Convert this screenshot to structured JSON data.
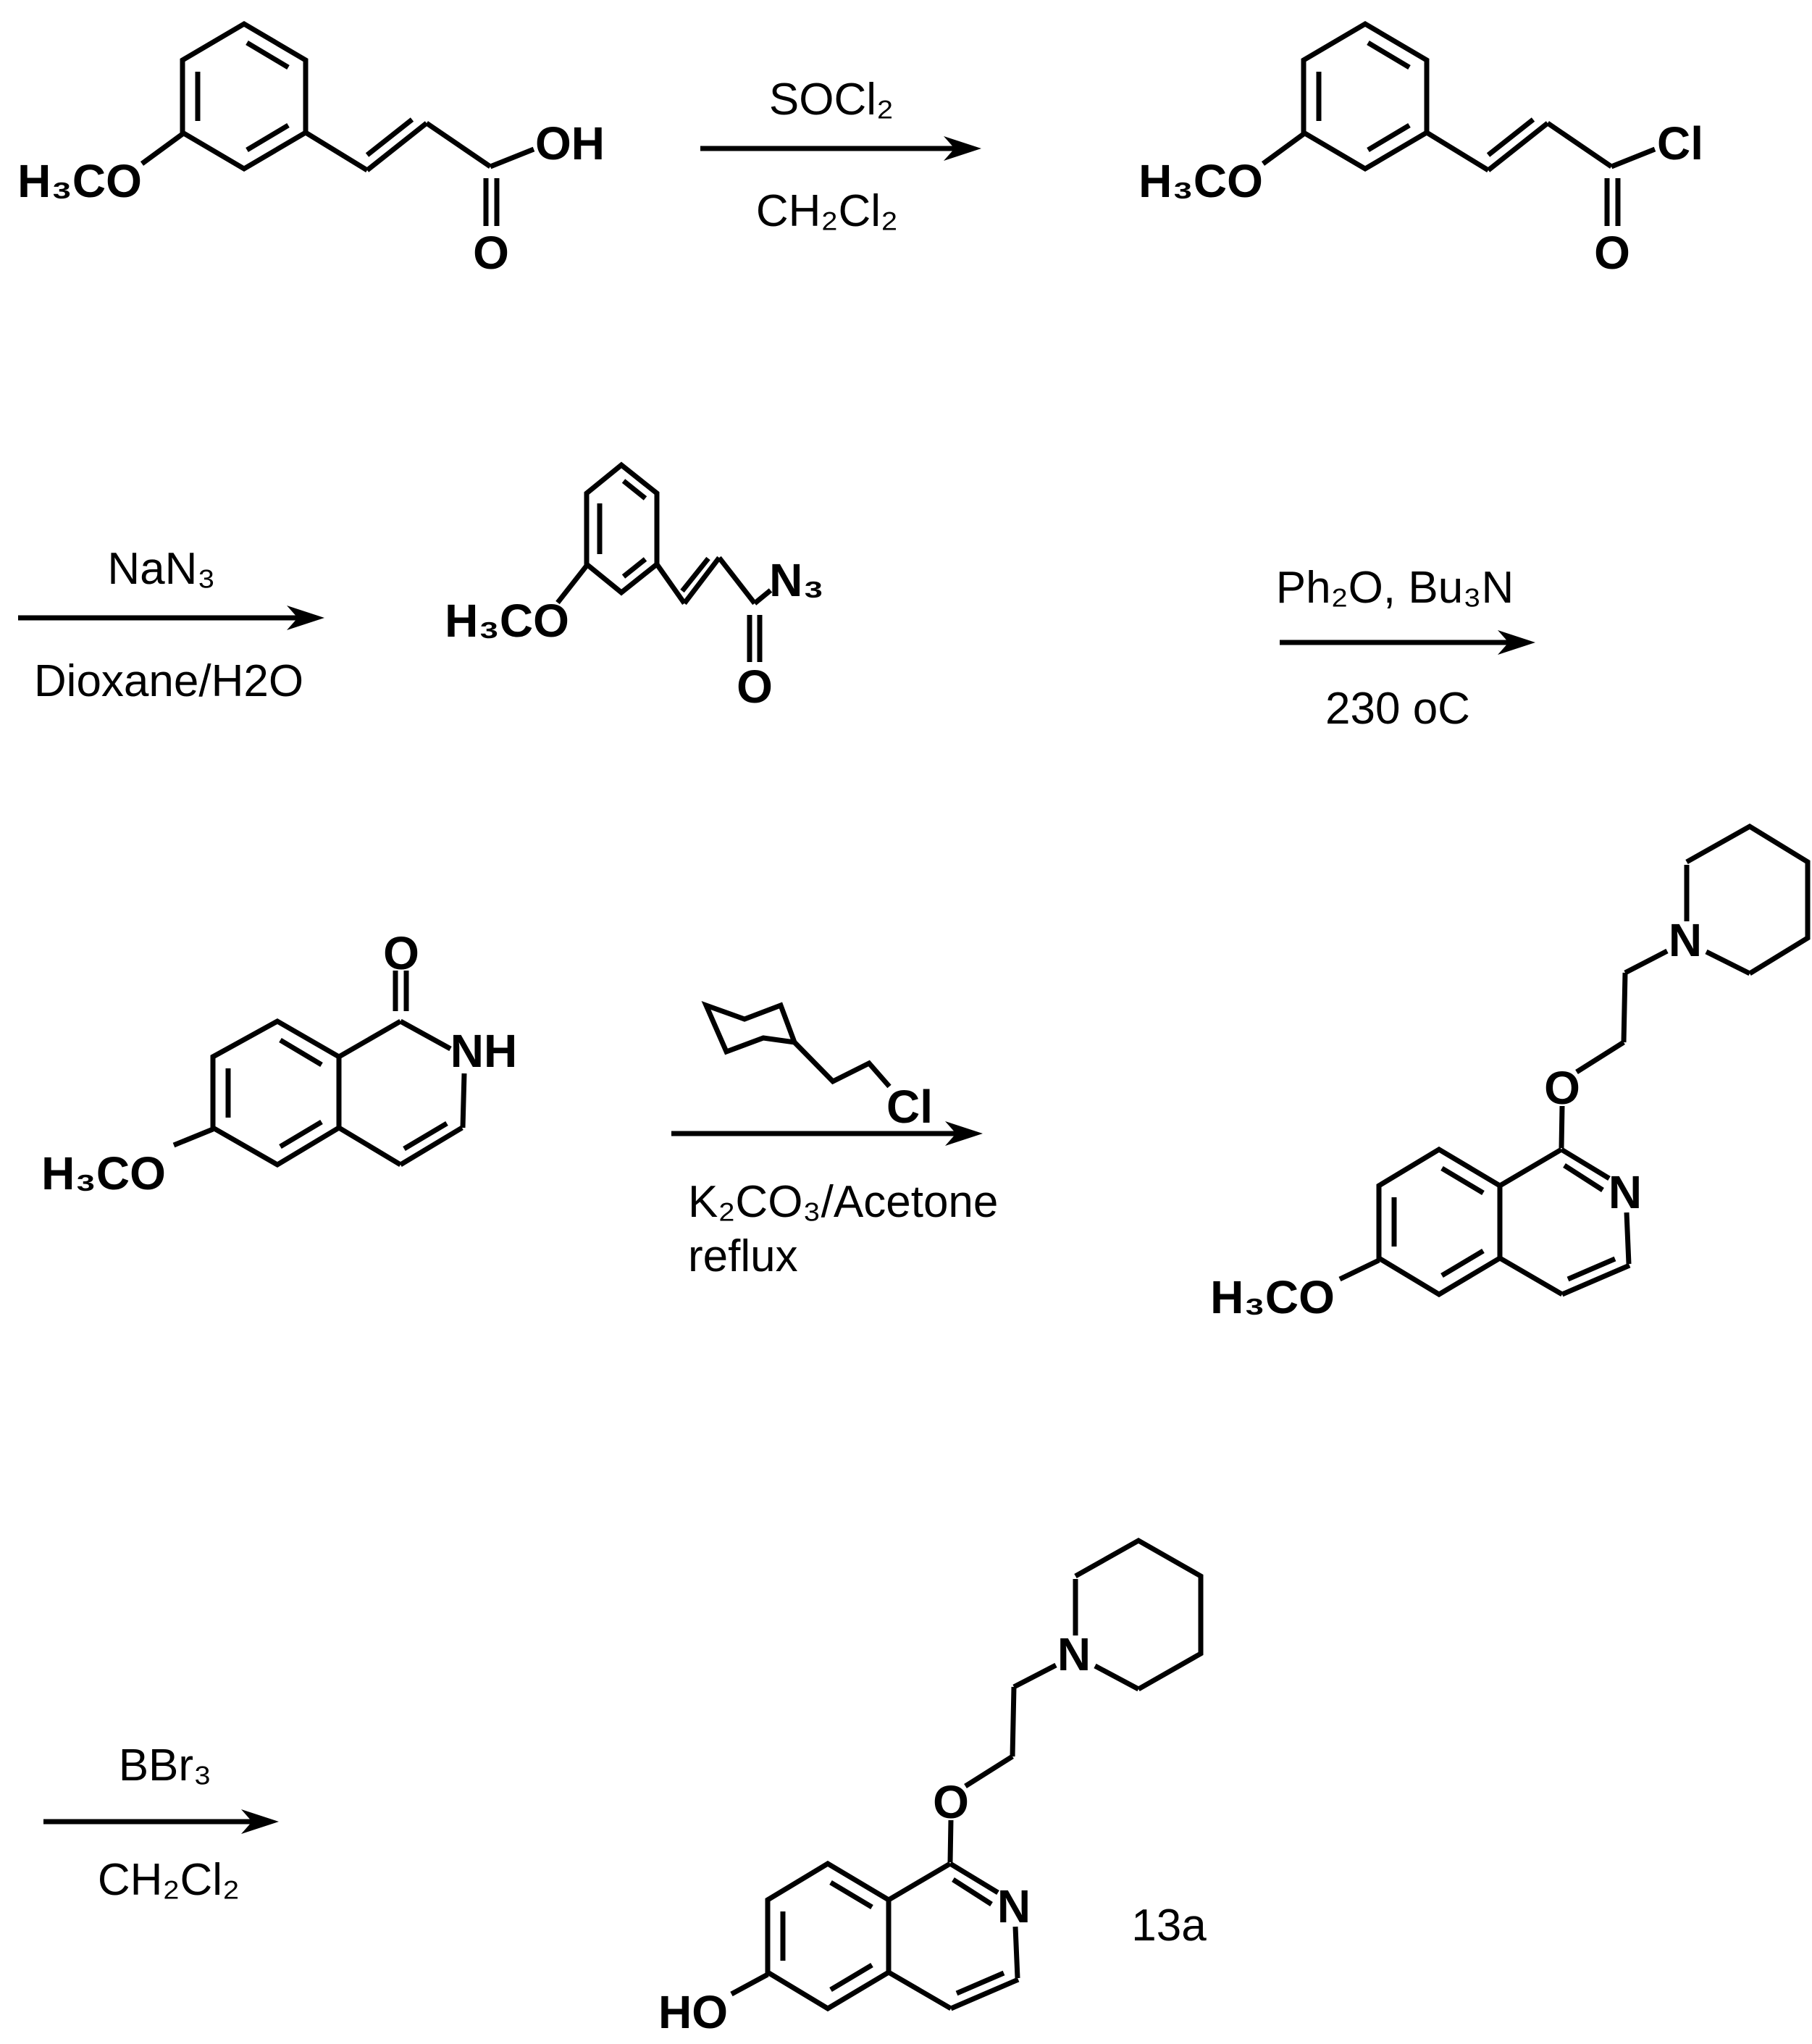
{
  "figure_type": "reaction-scheme",
  "steps": [
    {
      "reagent_above": "SOCl₂",
      "reagent_below": "CH₂Cl₂"
    },
    {
      "reagent_above": "NaN₃",
      "reagent_below": "Dioxane/H2O"
    },
    {
      "reagent_above": "Ph₂O, Bu₃N",
      "reagent_below": "230 oC"
    },
    {
      "reagent_cl": "Cl",
      "reagent_below": "K₂CO₃/Acetone",
      "reagent_below2": "reflux"
    },
    {
      "reagent_above": "BBr₃",
      "reagent_below": "CH₂Cl₂"
    }
  ],
  "molecules": {
    "cinnamic_acid": {
      "methoxy": "H₃CO",
      "hydroxyl": "OH",
      "carbonyl_o": "O"
    },
    "acid_chloride": {
      "methoxy": "H₃CO",
      "chloro": "Cl",
      "carbonyl_o": "O"
    },
    "acyl_azide": {
      "methoxy": "H₃CO",
      "azide": "N₃",
      "carbonyl_o": "O"
    },
    "isoquinolinone": {
      "methoxy": "H₃CO",
      "carbonyl_o": "O",
      "amide": "NH"
    },
    "chloroethylpiperidine": {
      "chloro": "Cl"
    },
    "methoxy_isoquinoline": {
      "methoxy": "H₃CO",
      "ether_o": "O",
      "ring_n": "N",
      "piperidine_n": "N"
    },
    "hydroxy_isoquinoline": {
      "phenol": "HO",
      "ether_o": "O",
      "ring_n": "N",
      "piperidine_n": "N"
    }
  },
  "compound_label": "13a"
}
